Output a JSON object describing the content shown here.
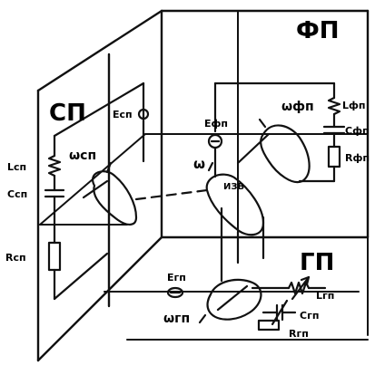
{
  "planes": {
    "side": "СП",
    "front": "ФП",
    "bottom": "ГП"
  },
  "side_circuit": {
    "L": "Lсп",
    "C": "Cсп",
    "R": "Rсп",
    "E": "Eсп",
    "omega": "ωсп"
  },
  "front_circuit": {
    "L": "Lфп",
    "C": "Cфп",
    "R": "Rфп",
    "E": "Eфп",
    "omega": "ωфп"
  },
  "bottom_circuit": {
    "L": "Lгп",
    "C": "Cгп",
    "R": "Rгп",
    "E": "Eгп",
    "omega": "ωгп"
  },
  "center": {
    "omega": "ω",
    "label": "ИЗВ"
  },
  "colors": {
    "ink": "#111111",
    "paper": "#ffffff"
  }
}
